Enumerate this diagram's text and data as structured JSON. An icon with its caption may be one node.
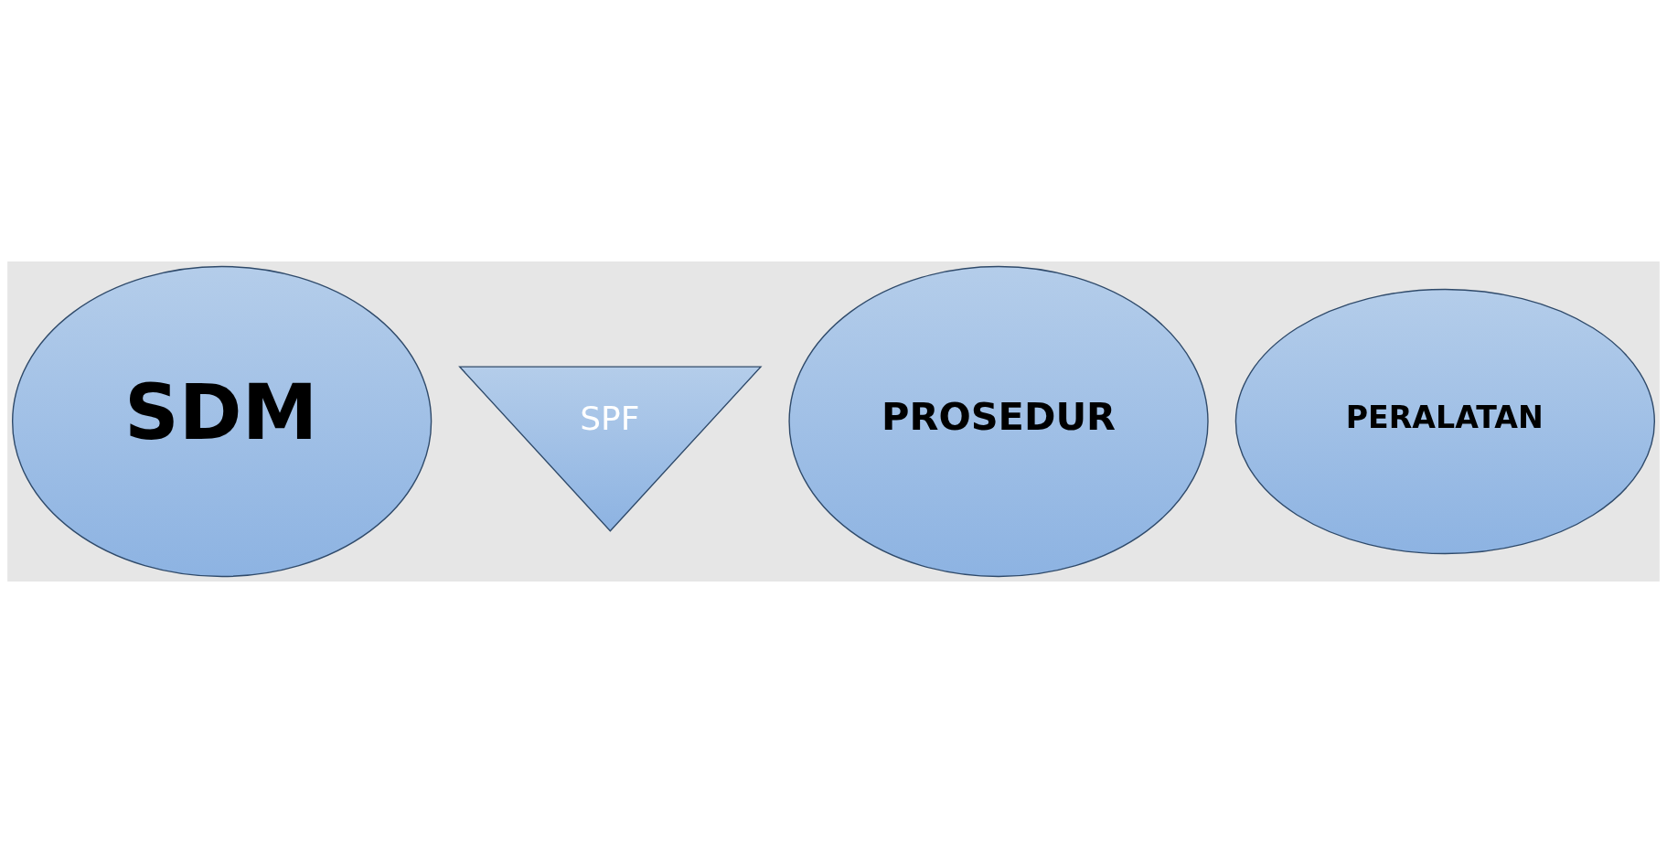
{
  "diagram": {
    "nodes": [
      {
        "text": [
          "SDM"
        ]
      },
      {
        "text": [
          "SPF"
        ]
      },
      {
        "text": [
          "PROSEDUR"
        ]
      },
      {
        "text": [
          "PERALATAN"
        ]
      }
    ],
    "edges": []
  }
}
